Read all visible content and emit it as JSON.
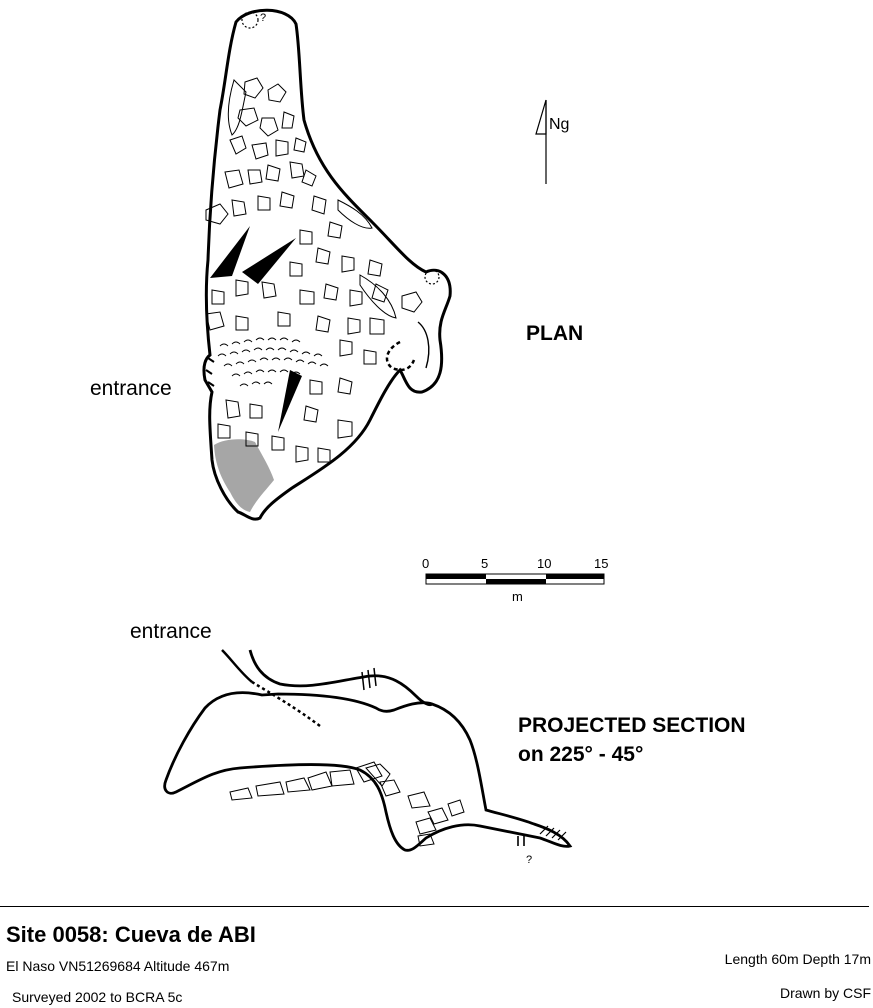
{
  "plan": {
    "title": "PLAN",
    "entrance_label": "entrance",
    "north_label": "Ng",
    "question_mark": "?"
  },
  "scale_bar": {
    "ticks": [
      "0",
      "5",
      "10",
      "15"
    ],
    "unit": "m"
  },
  "section": {
    "title_line1": "PROJECTED SECTION",
    "title_line2": "on 225° - 45°",
    "entrance_label": "entrance",
    "question_mark": "?"
  },
  "footer": {
    "site_title": "Site 0058: Cueva de ABI",
    "location": "El Naso  VN51269684  Altitude 467m",
    "surveyed": "Surveyed 2002  to BCRA 5c",
    "dimensions": "Length 60m  Depth 17m",
    "drawn_by": "Drawn by CSF"
  },
  "colors": {
    "line": "#000000",
    "shaded_area": "#a6a6a6",
    "background": "#ffffff"
  }
}
